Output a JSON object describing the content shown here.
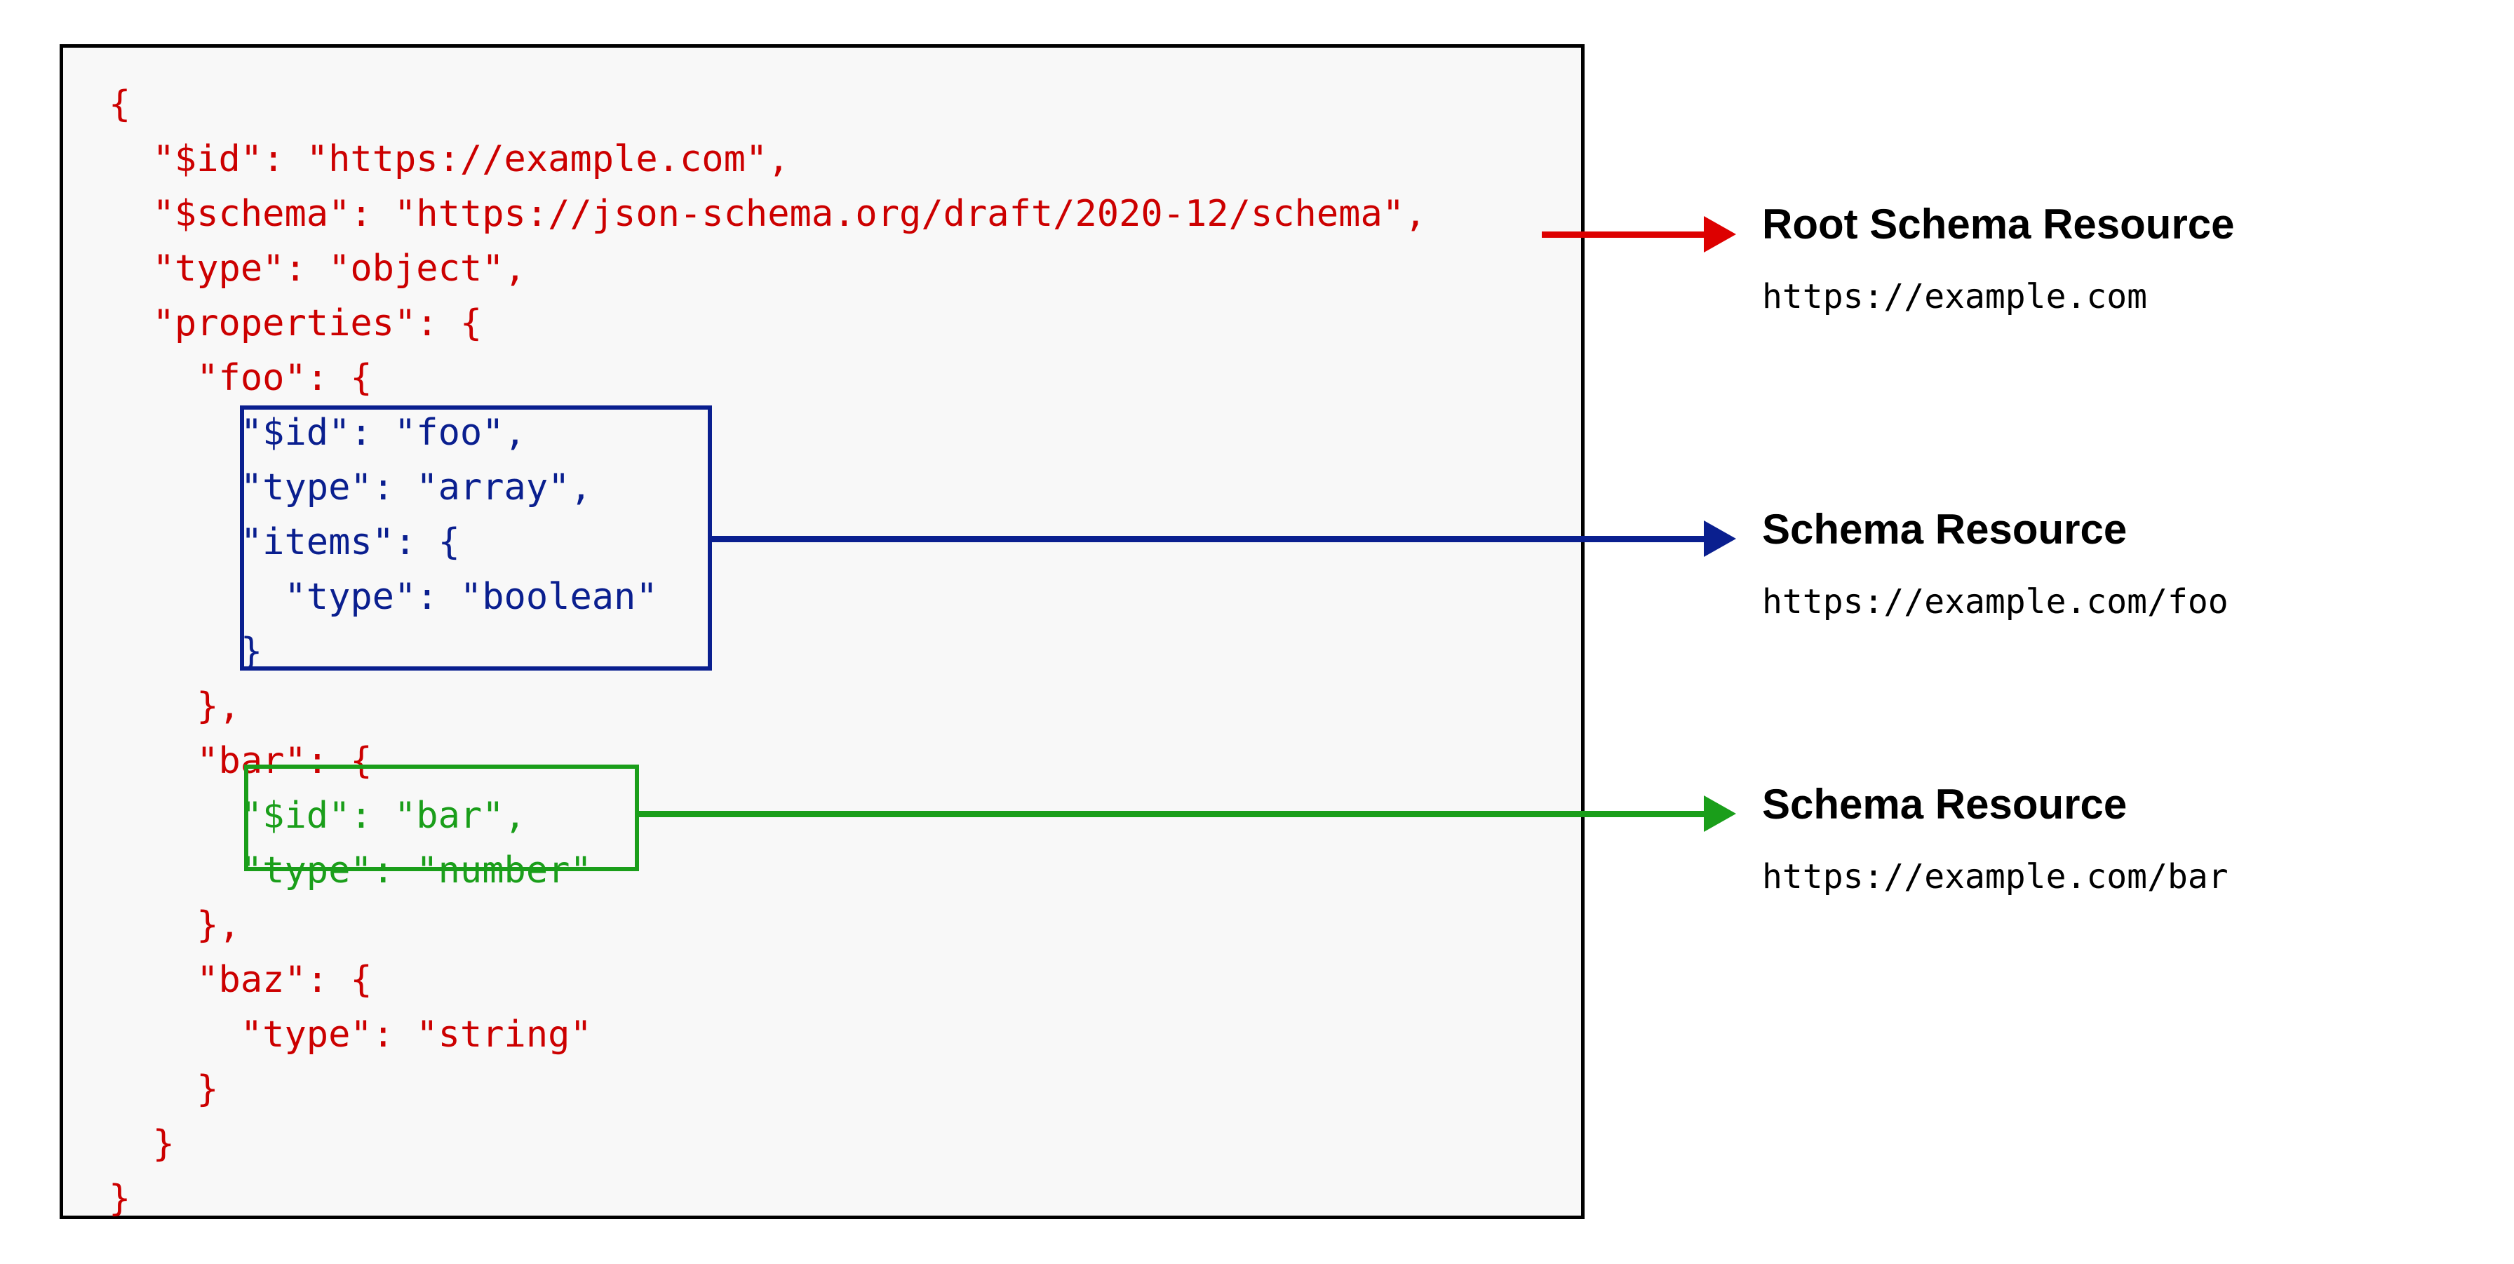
{
  "diagram": {
    "code_panel": {
      "language": "json",
      "lines": [
        {
          "indent": 0,
          "text": "{",
          "color": "red"
        },
        {
          "indent": 1,
          "text": "\"$id\": \"https://example.com\",",
          "color": "red"
        },
        {
          "indent": 1,
          "text": "\"$schema\": \"https://json-schema.org/draft/2020-12/schema\",",
          "color": "red"
        },
        {
          "indent": 1,
          "text": "\"type\": \"object\",",
          "color": "red"
        },
        {
          "indent": 1,
          "text": "\"properties\": {",
          "color": "red"
        },
        {
          "indent": 2,
          "text": "\"foo\": {",
          "color": "red"
        },
        {
          "indent": 3,
          "text": "\"$id\": \"foo\",",
          "color": "blue"
        },
        {
          "indent": 3,
          "text": "\"type\": \"array\",",
          "color": "blue"
        },
        {
          "indent": 3,
          "text": "\"items\": {",
          "color": "blue"
        },
        {
          "indent": 4,
          "text": "\"type\": \"boolean\"",
          "color": "blue"
        },
        {
          "indent": 3,
          "text": "}",
          "color": "blue"
        },
        {
          "indent": 2,
          "text": "},",
          "color": "red"
        },
        {
          "indent": 2,
          "text": "\"bar\": {",
          "color": "red"
        },
        {
          "indent": 3,
          "text": "\"$id\": \"bar\",",
          "color": "green"
        },
        {
          "indent": 3,
          "text": "\"type\": \"number\"",
          "color": "green"
        },
        {
          "indent": 2,
          "text": "},",
          "color": "red"
        },
        {
          "indent": 2,
          "text": "\"baz\": {",
          "color": "red"
        },
        {
          "indent": 3,
          "text": "\"type\": \"string\"",
          "color": "red"
        },
        {
          "indent": 2,
          "text": "}",
          "color": "red"
        },
        {
          "indent": 1,
          "text": "}",
          "color": "red"
        },
        {
          "indent": 0,
          "text": "}",
          "color": "red"
        }
      ]
    },
    "highlights": [
      {
        "name": "foo-subschema",
        "color": "#0a1f8f"
      },
      {
        "name": "bar-subschema",
        "color": "#1a9e1a"
      }
    ],
    "callouts": [
      {
        "title": "Root Schema Resource",
        "url": "https://example.com",
        "color": "#dd0000",
        "source": "$schema-line"
      },
      {
        "title": "Schema Resource",
        "url": "https://example.com/foo",
        "color": "#0a1f8f",
        "source": "foo-subschema"
      },
      {
        "title": "Schema Resource",
        "url": "https://example.com/bar",
        "color": "#1a9e1a",
        "source": "bar-subschema"
      }
    ],
    "colors": {
      "code_red": "#cc0000",
      "code_blue": "#0a1f8f",
      "code_green": "#1a9e1a",
      "arrow_red": "#dd0000",
      "panel_background": "#f8f8f8",
      "panel_border": "#000000",
      "page_background": "#ffffff",
      "label_text": "#000000"
    }
  }
}
